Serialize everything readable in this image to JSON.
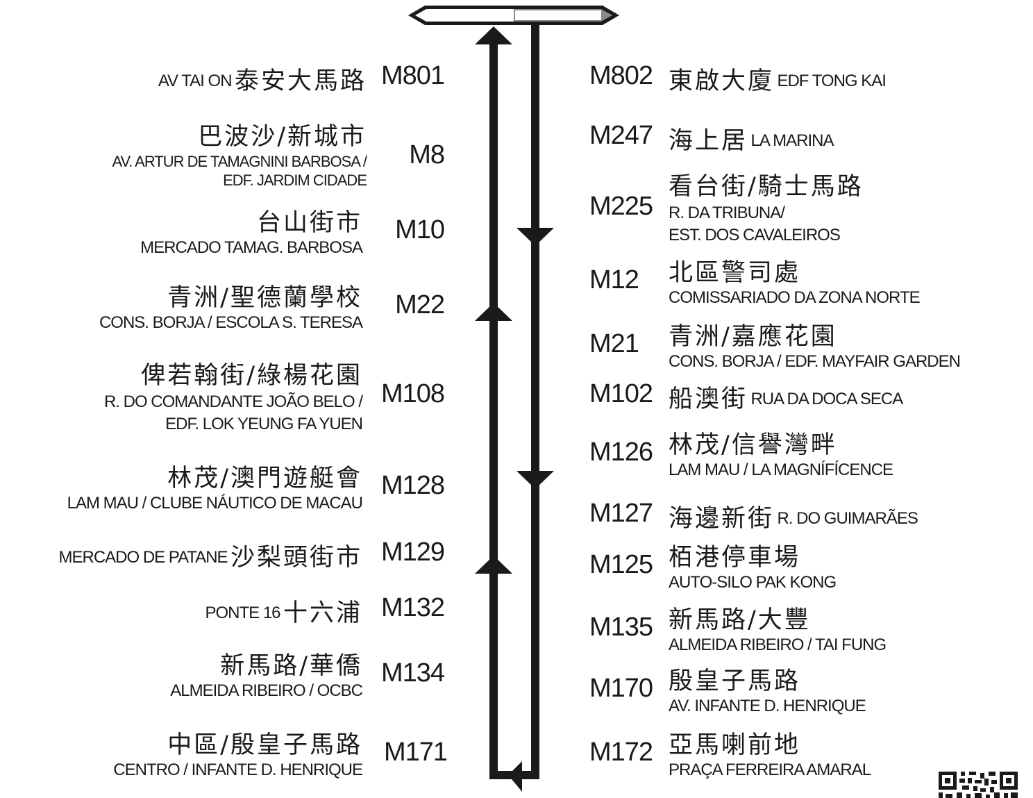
{
  "route": {
    "line_color": "#1a1a1a",
    "terminal_fill": "#ffffff",
    "terminal_accent": "#8a8a8a"
  },
  "left_stops": [
    {
      "code": "M801",
      "cn": "泰安大馬路",
      "pt_pre": "AV TAI ON",
      "layout": "inline-pre"
    },
    {
      "code": "M8",
      "cn": "巴波沙/新城市",
      "pt": [
        "AV. ARTUR DE TAMAGNINI BARBOSA /",
        "EDF. JARDIM CIDADE"
      ],
      "layout": "stack-small"
    },
    {
      "code": "M10",
      "cn": "台山街市",
      "pt": [
        "MERCADO TAMAG. BARBOSA"
      ],
      "layout": "stack"
    },
    {
      "code": "M22",
      "cn": "青洲/聖德蘭學校",
      "pt": [
        "CONS. BORJA / ESCOLA S. TERESA"
      ],
      "layout": "stack"
    },
    {
      "code": "M108",
      "cn": "俾若翰街/綠楊花園",
      "pt": [
        "R. DO COMANDANTE JOÃO BELO /",
        "EDF. LOK YEUNG FA YUEN"
      ],
      "layout": "stack"
    },
    {
      "code": "M128",
      "cn": "林茂/澳門遊艇會",
      "pt": [
        "LAM MAU / CLUBE NÁUTICO DE MACAU"
      ],
      "layout": "stack"
    },
    {
      "code": "M129",
      "cn": "沙梨頭街市",
      "pt_pre": "MERCADO DE PATANE",
      "layout": "inline-pre"
    },
    {
      "code": "M132",
      "cn": "十六浦",
      "pt_pre": "PONTE 16",
      "layout": "inline-pre"
    },
    {
      "code": "M134",
      "cn": "新馬路/華僑",
      "pt": [
        "ALMEIDA RIBEIRO / OCBC"
      ],
      "layout": "stack"
    },
    {
      "code": "M171",
      "cn": "中區/殷皇子馬路",
      "pt": [
        "CENTRO / INFANTE D. HENRIQUE"
      ],
      "layout": "stack"
    }
  ],
  "right_stops": [
    {
      "code": "M802",
      "cn": "東啟大廈",
      "pt_post": "EDF TONG KAI",
      "layout": "inline-post"
    },
    {
      "code": "M247",
      "cn": "海上居",
      "pt_post": "LA MARINA",
      "layout": "inline-post"
    },
    {
      "code": "M225",
      "cn": "看台街/騎士馬路",
      "pt": [
        "R. DA TRIBUNA/",
        "EST. DOS CAVALEIROS"
      ],
      "layout": "stack"
    },
    {
      "code": "M12",
      "cn": "北區警司處",
      "pt": [
        "COMISSARIADO DA ZONA NORTE"
      ],
      "layout": "stack"
    },
    {
      "code": "M21",
      "cn": "青洲/嘉應花園",
      "pt": [
        "CONS. BORJA / EDF. MAYFAIR GARDEN"
      ],
      "layout": "stack"
    },
    {
      "code": "M102",
      "cn": "船澳街",
      "pt_post": "RUA DA DOCA SECA",
      "layout": "inline-post"
    },
    {
      "code": "M126",
      "cn": "林茂/信譽灣畔",
      "pt": [
        "LAM MAU / LA MAGNÍFÍCENCE"
      ],
      "layout": "stack"
    },
    {
      "code": "M127",
      "cn": "海邊新街",
      "pt_post": "R. DO GUIMARÃES",
      "layout": "inline-post"
    },
    {
      "code": "M125",
      "cn": "栢港停車場",
      "pt": [
        "AUTO-SILO PAK KONG"
      ],
      "layout": "stack"
    },
    {
      "code": "M135",
      "cn": "新馬路/大豐",
      "pt": [
        "ALMEIDA RIBEIRO / TAI FUNG"
      ],
      "layout": "stack"
    },
    {
      "code": "M170",
      "cn": "殷皇子馬路",
      "pt": [
        "AV. INFANTE D. HENRIQUE"
      ],
      "layout": "stack"
    },
    {
      "code": "M172",
      "cn": "亞馬喇前地",
      "pt": [
        "PRAÇA FERREIRA AMARAL"
      ],
      "layout": "stack"
    }
  ]
}
